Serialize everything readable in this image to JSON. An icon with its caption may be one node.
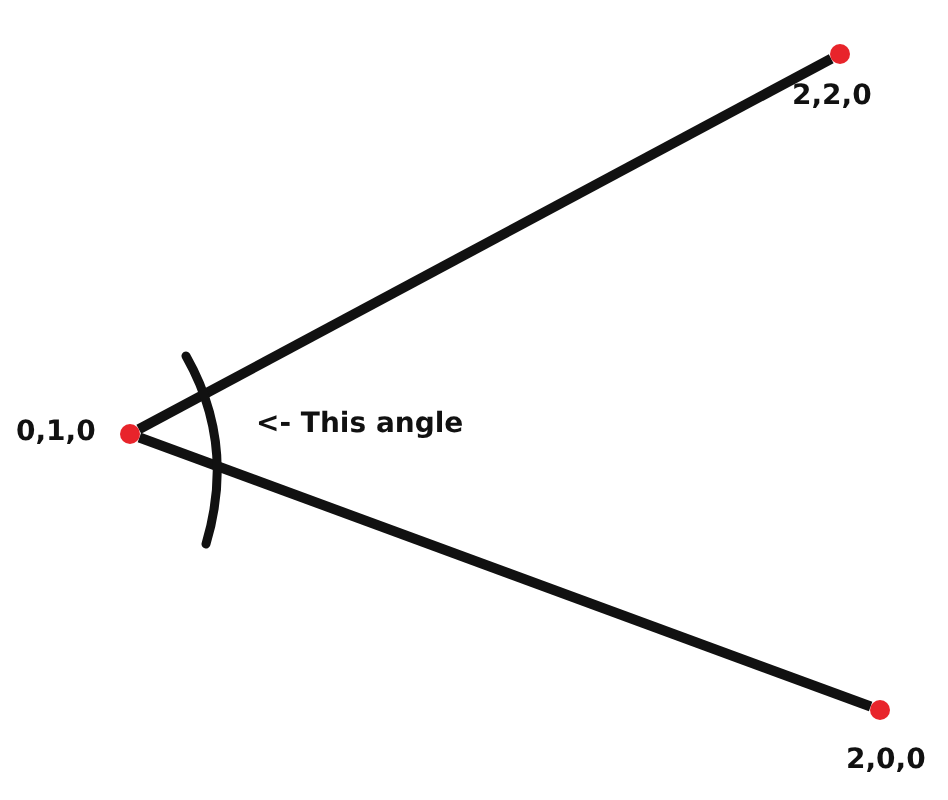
{
  "diagram": {
    "nodes": [
      {
        "text": [],
        "shape": "circle",
        "beside": [
          "0,1,0"
        ]
      },
      {
        "text": [],
        "shape": "circle",
        "beside": [
          "2,2,0"
        ]
      },
      {
        "text": [],
        "shape": "circle",
        "beside": [
          "2,0,0"
        ]
      }
    ],
    "edges": [
      {
        "from": 0,
        "to": 1,
        "arrow": "none"
      },
      {
        "from": 0,
        "to": 2,
        "arrow": "none"
      }
    ],
    "labels": [
      "<- This angle"
    ]
  }
}
